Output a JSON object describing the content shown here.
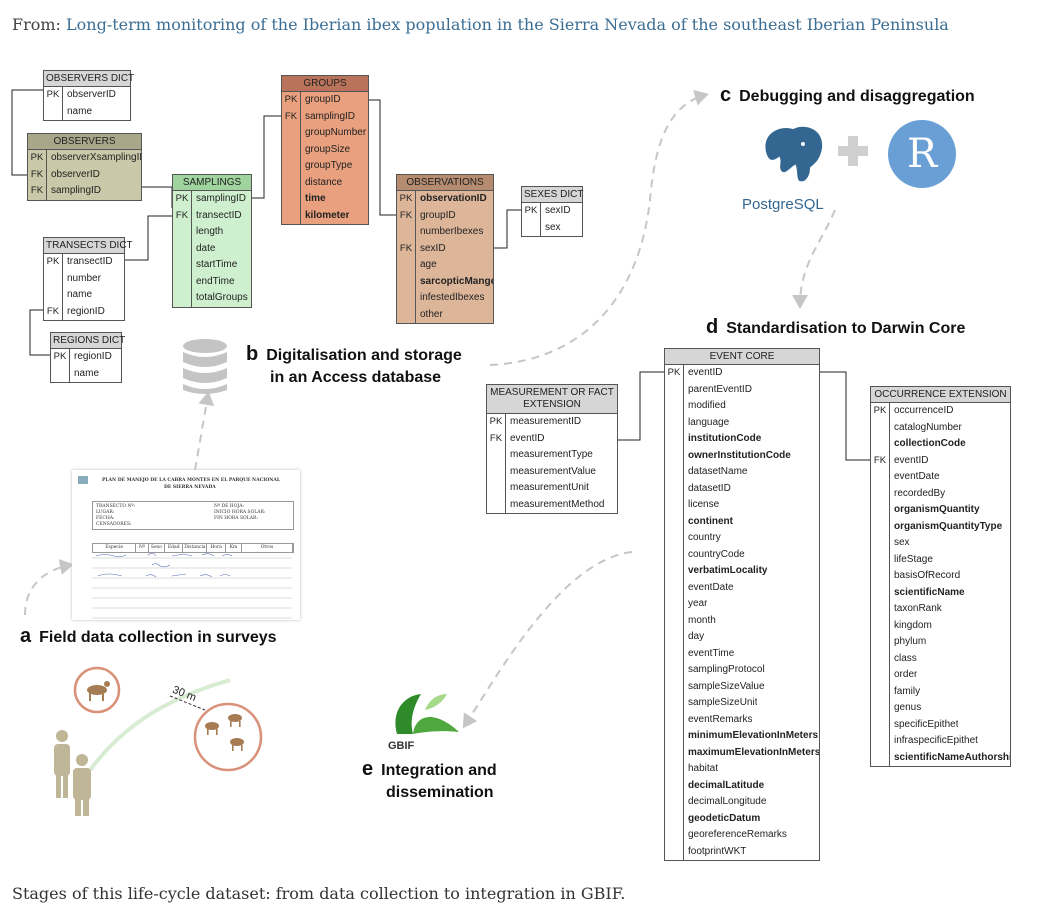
{
  "header": {
    "prefix": "From: ",
    "article_title": "Long-term monitoring of the Iberian ibex population in the Sierra Nevada of the southeast Iberian Peninsula"
  },
  "caption": "Stages of this life-cycle dataset: from data collection to integration in GBIF.",
  "colors": {
    "observers": "#c9c8a8",
    "samplings": "#cff0cf",
    "groups": "#e8a07e",
    "observations": "#ddb69a",
    "dict": "#ffffff",
    "arrow": "#c6c6c6",
    "postgres": "#336791",
    "r_logo": "#6a9fd6",
    "gbif": "#4fa83d"
  },
  "stages": {
    "a": {
      "letter": "a",
      "label": "Field data collection in surveys"
    },
    "b": {
      "letter": "b",
      "line1": "Digitalisation and storage",
      "line2": "in an Access database"
    },
    "c": {
      "letter": "c",
      "label": "Debugging and disaggregation"
    },
    "d": {
      "letter": "d",
      "label": "Standardisation to Darwin Core"
    },
    "e": {
      "letter": "e",
      "line1": "Integration and",
      "line2": "dissemination"
    }
  },
  "logos": {
    "postgres": "PostgreSQL",
    "r": "R",
    "gbif": "GBIF"
  },
  "field_sheet": {
    "title1": "PLAN DE MANEJO DE LA CABRA MONTES EN EL PARQUE NACIONAL",
    "title2": "DE SIERRA NEVADA",
    "transect": "TRANSECTO Nº:",
    "lugar": "LUGAR:",
    "fecha": "FECHA:",
    "censadores": "CENSADORES:",
    "hoja": "Nº DE HOJA:",
    "inicio": "INICIO HORA SOLAR:",
    "fin": "FIN HORA SOLAR:",
    "columns": [
      "Especie",
      "Nº",
      "Sexo",
      "Edad",
      "Distancia",
      "Hora",
      "Km",
      "Otros"
    ]
  },
  "distance_label": "30 m",
  "tables": {
    "observers_dict": {
      "title": "OBSERVERS DICT",
      "rows": [
        [
          "PK",
          "observerID"
        ],
        [
          "",
          "name"
        ]
      ]
    },
    "observers": {
      "title": "OBSERVERS",
      "rows": [
        [
          "PK",
          "observerXsamplingID"
        ],
        [
          "FK",
          "observerID"
        ],
        [
          "FK",
          "samplingID"
        ]
      ]
    },
    "transects_dict": {
      "title": "TRANSECTS DICT",
      "rows": [
        [
          "PK",
          "transectID"
        ],
        [
          "",
          "number"
        ],
        [
          "",
          "name"
        ],
        [
          "FK",
          "regionID"
        ]
      ]
    },
    "regions_dict": {
      "title": "REGIONS DICT",
      "rows": [
        [
          "PK",
          "regionID"
        ],
        [
          "",
          "name"
        ]
      ]
    },
    "samplings": {
      "title": "SAMPLINGS",
      "rows": [
        [
          "PK",
          "samplingID"
        ],
        [
          "FK",
          "transectID"
        ],
        [
          "",
          "length"
        ],
        [
          "",
          "date"
        ],
        [
          "",
          "startTime"
        ],
        [
          "",
          "endTime"
        ],
        [
          "",
          "totalGroups"
        ]
      ]
    },
    "groups": {
      "title": "GROUPS",
      "rows": [
        [
          "PK",
          "groupID"
        ],
        [
          "FK",
          "samplingID"
        ],
        [
          "",
          "groupNumber"
        ],
        [
          "",
          "groupSize"
        ],
        [
          "",
          "groupType"
        ],
        [
          "",
          "distance"
        ],
        [
          "",
          "time"
        ],
        [
          "",
          "kilometer"
        ]
      ]
    },
    "observations": {
      "title": "OBSERVATIONS",
      "rows": [
        [
          "PK",
          "observationID"
        ],
        [
          "FK",
          "groupID"
        ],
        [
          "",
          "numberIbexes"
        ],
        [
          "FK",
          "sexID"
        ],
        [
          "",
          "age"
        ],
        [
          "",
          "sarcopticMange"
        ],
        [
          "",
          "infestedIbexes"
        ],
        [
          "",
          "other"
        ]
      ]
    },
    "sexes_dict": {
      "title": "SEXES DICT",
      "rows": [
        [
          "PK",
          "sexID"
        ],
        [
          "",
          "sex"
        ]
      ]
    },
    "measurement": {
      "title": "MEASUREMENT OR FACT EXTENSION",
      "rows": [
        [
          "PK",
          "measurementID"
        ],
        [
          "FK",
          "eventID"
        ],
        [
          "",
          "measurementType"
        ],
        [
          "",
          "measurementValue"
        ],
        [
          "",
          "measurementUnit"
        ],
        [
          "",
          "measurementMethod"
        ]
      ]
    },
    "event_core": {
      "title": "EVENT CORE",
      "rows": [
        [
          "PK",
          "eventID"
        ],
        [
          "",
          "parentEventID"
        ],
        [
          "",
          "modified"
        ],
        [
          "",
          "language"
        ],
        [
          "",
          "institutionCode"
        ],
        [
          "",
          "ownerInstitutionCode"
        ],
        [
          "",
          "datasetName"
        ],
        [
          "",
          "datasetID"
        ],
        [
          "",
          "license"
        ],
        [
          "",
          "continent"
        ],
        [
          "",
          "country"
        ],
        [
          "",
          "countryCode"
        ],
        [
          "",
          "verbatimLocality"
        ],
        [
          "",
          "eventDate"
        ],
        [
          "",
          "year"
        ],
        [
          "",
          "month"
        ],
        [
          "",
          "day"
        ],
        [
          "",
          "eventTime"
        ],
        [
          "",
          "samplingProtocol"
        ],
        [
          "",
          "sampleSizeValue"
        ],
        [
          "",
          "sampleSizeUnit"
        ],
        [
          "",
          "eventRemarks"
        ],
        [
          "",
          "minimumElevationInMeters"
        ],
        [
          "",
          "maximumElevationInMeters"
        ],
        [
          "",
          "habitat"
        ],
        [
          "",
          "decimalLatitude"
        ],
        [
          "",
          "decimalLongitude"
        ],
        [
          "",
          "geodeticDatum"
        ],
        [
          "",
          "georeferenceRemarks"
        ],
        [
          "",
          "footprintWKT"
        ]
      ]
    },
    "occurrence": {
      "title": "OCCURRENCE EXTENSION",
      "rows": [
        [
          "PK",
          "occurrenceID"
        ],
        [
          "",
          "catalogNumber"
        ],
        [
          "",
          "collectionCode"
        ],
        [
          "FK",
          "eventID"
        ],
        [
          "",
          "eventDate"
        ],
        [
          "",
          "recordedBy"
        ],
        [
          "",
          "organismQuantity"
        ],
        [
          "",
          "organismQuantityType"
        ],
        [
          "",
          "sex"
        ],
        [
          "",
          "lifeStage"
        ],
        [
          "",
          "basisOfRecord"
        ],
        [
          "",
          "scientificName"
        ],
        [
          "",
          "taxonRank"
        ],
        [
          "",
          "kingdom"
        ],
        [
          "",
          "phylum"
        ],
        [
          "",
          "class"
        ],
        [
          "",
          "order"
        ],
        [
          "",
          "family"
        ],
        [
          "",
          "genus"
        ],
        [
          "",
          "specificEpithet"
        ],
        [
          "",
          "infraspecificEpithet"
        ],
        [
          "",
          "scientificNameAuthorship"
        ]
      ]
    }
  }
}
